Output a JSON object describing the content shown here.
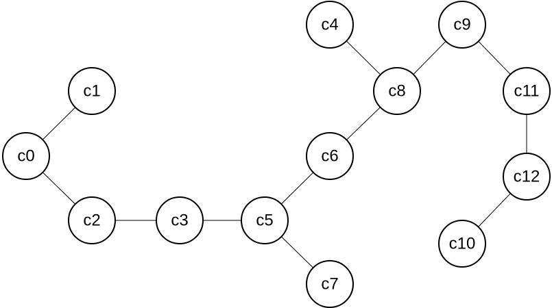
{
  "diagram": {
    "type": "graph",
    "colors": {
      "node_fill": "#ffffff",
      "node_stroke": "#000000",
      "edge": "#000000",
      "label": "#000000",
      "background": "#ffffff"
    },
    "nodes": [
      {
        "id": "c0",
        "label": "c0"
      },
      {
        "id": "c1",
        "label": "c1"
      },
      {
        "id": "c2",
        "label": "c2"
      },
      {
        "id": "c3",
        "label": "c3"
      },
      {
        "id": "c4",
        "label": "c4"
      },
      {
        "id": "c5",
        "label": "c5"
      },
      {
        "id": "c6",
        "label": "c6"
      },
      {
        "id": "c7",
        "label": "c7"
      },
      {
        "id": "c8",
        "label": "c8"
      },
      {
        "id": "c9",
        "label": "c9"
      },
      {
        "id": "c10",
        "label": "c10"
      },
      {
        "id": "c11",
        "label": "c11"
      },
      {
        "id": "c12",
        "label": "c12"
      }
    ],
    "edges": [
      {
        "source": "c0",
        "target": "c1"
      },
      {
        "source": "c0",
        "target": "c2"
      },
      {
        "source": "c2",
        "target": "c3"
      },
      {
        "source": "c3",
        "target": "c5"
      },
      {
        "source": "c5",
        "target": "c6"
      },
      {
        "source": "c5",
        "target": "c7"
      },
      {
        "source": "c6",
        "target": "c8"
      },
      {
        "source": "c8",
        "target": "c4"
      },
      {
        "source": "c8",
        "target": "c9"
      },
      {
        "source": "c9",
        "target": "c11"
      },
      {
        "source": "c11",
        "target": "c12"
      },
      {
        "source": "c12",
        "target": "c10"
      }
    ]
  }
}
